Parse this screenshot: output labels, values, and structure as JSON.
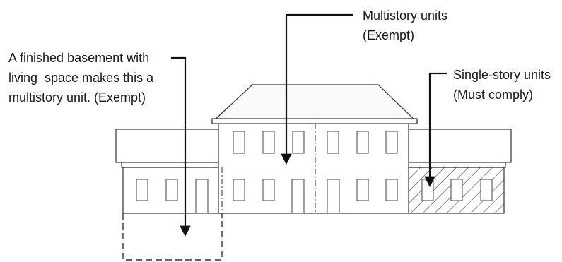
{
  "labels": {
    "basement_line1": "A finished basement with",
    "basement_line2": "living  space makes this a",
    "basement_line3": "multistory unit. (Exempt)",
    "multistory_line1": "Multistory units",
    "multistory_line2": "(Exempt)",
    "singlestory_line1": "Single-story units",
    "singlestory_line2": "(Must comply)"
  },
  "colors": {
    "stroke": "#333333",
    "roof_fill": "#f8f8f8",
    "hatch": "#333333"
  }
}
